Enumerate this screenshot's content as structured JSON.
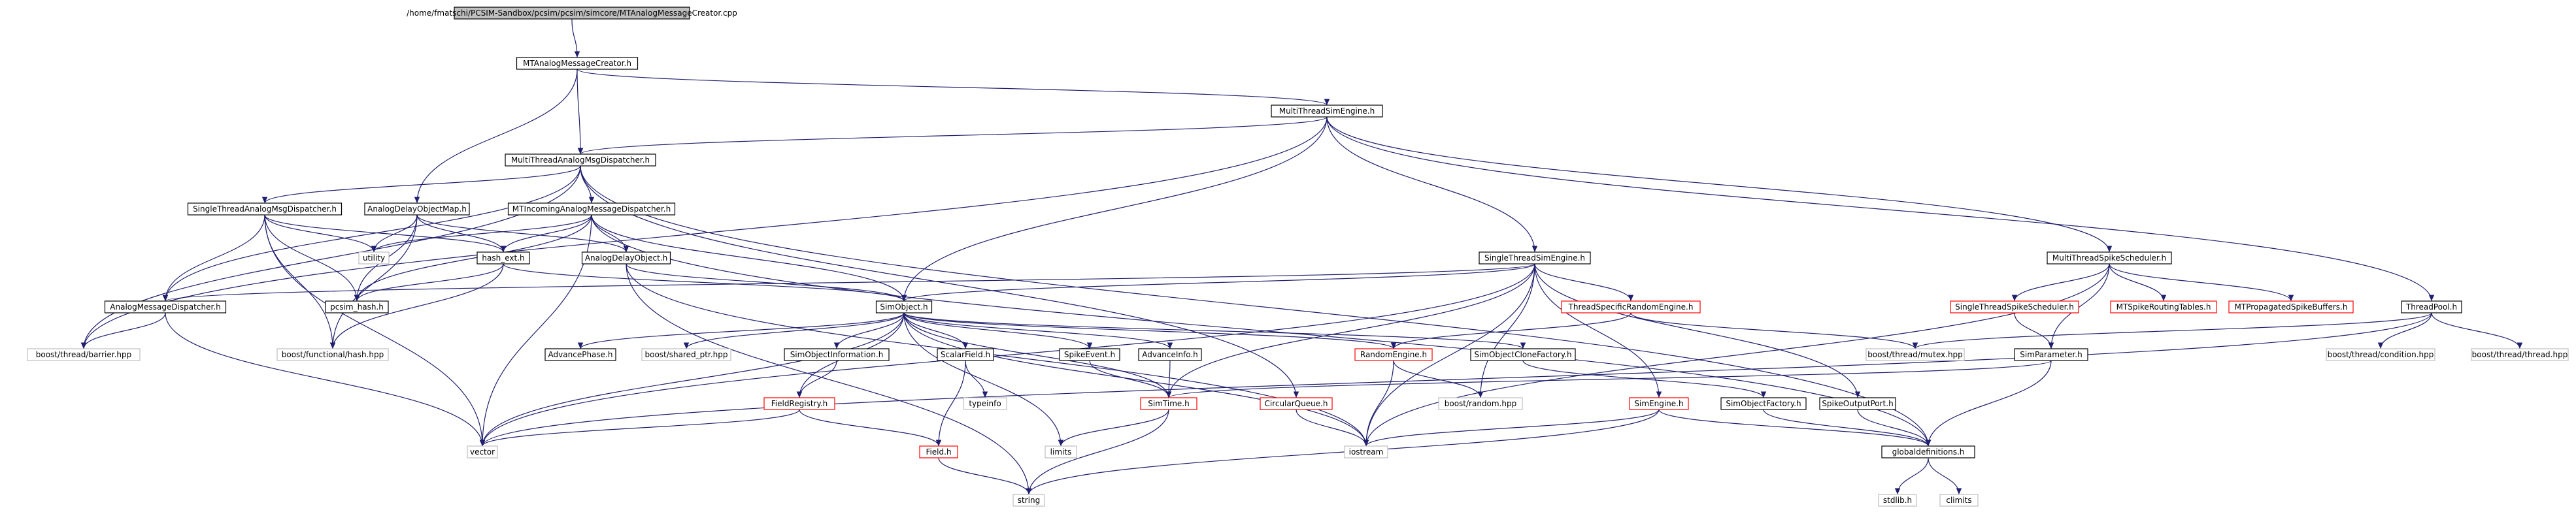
{
  "colors": {
    "root_fill": "#bfbfbf",
    "root_border": "#000000",
    "normal_border": "#000000",
    "truncated_border": "#ff0000",
    "external_border": "#bfbfbf",
    "box_fill": "#ffffff",
    "edge": "#1f1f6e",
    "text": "#000000"
  },
  "nodes": [
    {
      "id": "root",
      "label": "/home/fmatschi/PCSIM-Sandbox/pcsim/pcsim/simcore/MTAnalogMessageCreator.cpp",
      "style": "root"
    },
    {
      "id": "mtamc",
      "label": "MTAnalogMessageCreator.h",
      "style": "normal"
    },
    {
      "id": "mtse",
      "label": "MultiThreadSimEngine.h",
      "style": "normal"
    },
    {
      "id": "mtamd",
      "label": "MultiThreadAnalogMsgDispatcher.h",
      "style": "normal"
    },
    {
      "id": "stamd",
      "label": "SingleThreadAnalogMsgDispatcher.h",
      "style": "normal"
    },
    {
      "id": "ado",
      "label": "AnalogDelayObjectMap.h",
      "style": "normal"
    },
    {
      "id": "mtiamd",
      "label": "MTIncomingAnalogMessageDispatcher.h",
      "style": "normal"
    },
    {
      "id": "stse",
      "label": "SingleThreadSimEngine.h",
      "style": "normal"
    },
    {
      "id": "mtss",
      "label": "MultiThreadSpikeScheduler.h",
      "style": "normal"
    },
    {
      "id": "utility",
      "label": "utility",
      "style": "external"
    },
    {
      "id": "hash",
      "label": "hash_ext.h",
      "style": "normal"
    },
    {
      "id": "adobj",
      "label": "AnalogDelayObject.h",
      "style": "normal"
    },
    {
      "id": "pcsimhash",
      "label": "pcsim_hash.h",
      "style": "normal"
    },
    {
      "id": "amd",
      "label": "AnalogMessageDispatcher.h",
      "style": "normal"
    },
    {
      "id": "simobj",
      "label": "SimObject.h",
      "style": "normal"
    },
    {
      "id": "tsre",
      "label": "ThreadSpecificRandomEngine.h",
      "style": "truncated"
    },
    {
      "id": "stss",
      "label": "SingleThreadSpikeScheduler.h",
      "style": "truncated"
    },
    {
      "id": "mtsrt",
      "label": "MTSpikeRoutingTables.h",
      "style": "truncated"
    },
    {
      "id": "mtpsb",
      "label": "MTPropagatedSpikeBuffers.h",
      "style": "truncated"
    },
    {
      "id": "tpool",
      "label": "ThreadPool.h",
      "style": "normal"
    },
    {
      "id": "barrier",
      "label": "boost/thread/barrier.hpp",
      "style": "external"
    },
    {
      "id": "fhash",
      "label": "boost/functional/hash.hpp",
      "style": "external"
    },
    {
      "id": "advph",
      "label": "AdvancePhase.h",
      "style": "normal"
    },
    {
      "id": "shptr",
      "label": "boost/shared_ptr.hpp",
      "style": "external"
    },
    {
      "id": "soinfo",
      "label": "SimObjectInformation.h",
      "style": "normal"
    },
    {
      "id": "scalar",
      "label": "ScalarField.h",
      "style": "normal"
    },
    {
      "id": "spev",
      "label": "SpikeEvent.h",
      "style": "normal"
    },
    {
      "id": "advinfo",
      "label": "AdvanceInfo.h",
      "style": "normal"
    },
    {
      "id": "rnd",
      "label": "RandomEngine.h",
      "style": "truncated"
    },
    {
      "id": "socf",
      "label": "SimObjectCloneFactory.h",
      "style": "normal"
    },
    {
      "id": "mutex",
      "label": "boost/thread/mutex.hpp",
      "style": "external"
    },
    {
      "id": "simparam",
      "label": "SimParameter.h",
      "style": "normal"
    },
    {
      "id": "cond",
      "label": "boost/thread/condition.hpp",
      "style": "external"
    },
    {
      "id": "bthread",
      "label": "boost/thread/thread.hpp",
      "style": "external"
    },
    {
      "id": "freg",
      "label": "FieldRegistry.h",
      "style": "truncated"
    },
    {
      "id": "typeinfo",
      "label": "typeinfo",
      "style": "external"
    },
    {
      "id": "simtime",
      "label": "SimTime.h",
      "style": "truncated"
    },
    {
      "id": "cq",
      "label": "CircularQueue.h",
      "style": "truncated"
    },
    {
      "id": "brandom",
      "label": "boost/random.hpp",
      "style": "external"
    },
    {
      "id": "sime",
      "label": "SimEngine.h",
      "style": "truncated"
    },
    {
      "id": "sof",
      "label": "SimObjectFactory.h",
      "style": "normal"
    },
    {
      "id": "spop",
      "label": "SpikeOutputPort.h",
      "style": "normal"
    },
    {
      "id": "vector",
      "label": "vector",
      "style": "external"
    },
    {
      "id": "field",
      "label": "Field.h",
      "style": "truncated"
    },
    {
      "id": "limits",
      "label": "limits",
      "style": "external"
    },
    {
      "id": "iostream",
      "label": "iostream",
      "style": "external"
    },
    {
      "id": "globdef",
      "label": "globaldefinitions.h",
      "style": "normal"
    },
    {
      "id": "string",
      "label": "string",
      "style": "external"
    },
    {
      "id": "stdlib",
      "label": "stdlib.h",
      "style": "external"
    },
    {
      "id": "climits",
      "label": "climits",
      "style": "external"
    }
  ],
  "edges": [
    [
      "root",
      "mtamc"
    ],
    [
      "mtamc",
      "mtse"
    ],
    [
      "mtamc",
      "mtamd"
    ],
    [
      "mtamc",
      "ado"
    ],
    [
      "mtse",
      "mtamd"
    ],
    [
      "mtse",
      "stse"
    ],
    [
      "mtse",
      "mtss"
    ],
    [
      "mtse",
      "tpool"
    ],
    [
      "mtse",
      "simobj"
    ],
    [
      "mtse",
      "barrier"
    ],
    [
      "mtamd",
      "stamd"
    ],
    [
      "mtamd",
      "mtiamd"
    ],
    [
      "mtamd",
      "amd"
    ],
    [
      "mtamd",
      "barrier"
    ],
    [
      "mtamd",
      "globdef"
    ],
    [
      "mtamd",
      "cq"
    ],
    [
      "stamd",
      "amd"
    ],
    [
      "stamd",
      "hash"
    ],
    [
      "stamd",
      "pcsimhash"
    ],
    [
      "stamd",
      "utility"
    ],
    [
      "stamd",
      "vector"
    ],
    [
      "stamd",
      "fhash"
    ],
    [
      "ado",
      "utility"
    ],
    [
      "ado",
      "hash"
    ],
    [
      "ado",
      "pcsimhash"
    ],
    [
      "ado",
      "adobj"
    ],
    [
      "ado",
      "fhash"
    ],
    [
      "mtiamd",
      "utility"
    ],
    [
      "mtiamd",
      "hash"
    ],
    [
      "mtiamd",
      "pcsimhash"
    ],
    [
      "mtiamd",
      "adobj"
    ],
    [
      "mtiamd",
      "simobj"
    ],
    [
      "mtiamd",
      "vector"
    ],
    [
      "mtiamd",
      "globdef"
    ],
    [
      "hash",
      "pcsimhash"
    ],
    [
      "hash",
      "fhash"
    ],
    [
      "hash",
      "simobj"
    ],
    [
      "adobj",
      "simobj"
    ],
    [
      "adobj",
      "string"
    ],
    [
      "adobj",
      "iostream"
    ],
    [
      "amd",
      "vector"
    ],
    [
      "amd",
      "barrier"
    ],
    [
      "stse",
      "simobj"
    ],
    [
      "stse",
      "amd"
    ],
    [
      "stse",
      "tsre"
    ],
    [
      "stse",
      "sime"
    ],
    [
      "stse",
      "spop"
    ],
    [
      "stse",
      "brandom"
    ],
    [
      "stse",
      "iostream"
    ],
    [
      "stse",
      "simtime"
    ],
    [
      "stse",
      "vector"
    ],
    [
      "mtss",
      "stss"
    ],
    [
      "mtss",
      "mtsrt"
    ],
    [
      "mtss",
      "mtpsb"
    ],
    [
      "mtss",
      "simparam"
    ],
    [
      "mtss",
      "iostream"
    ],
    [
      "tpool",
      "mutex"
    ],
    [
      "tpool",
      "cond"
    ],
    [
      "tpool",
      "bthread"
    ],
    [
      "tpool",
      "vector"
    ],
    [
      "simobj",
      "advph"
    ],
    [
      "simobj",
      "shptr"
    ],
    [
      "simobj",
      "soinfo"
    ],
    [
      "simobj",
      "scalar"
    ],
    [
      "simobj",
      "spev"
    ],
    [
      "simobj",
      "advinfo"
    ],
    [
      "simobj",
      "rnd"
    ],
    [
      "simobj",
      "socf"
    ],
    [
      "simobj",
      "freg"
    ],
    [
      "simobj",
      "vector"
    ],
    [
      "simobj",
      "limits"
    ],
    [
      "simobj",
      "iostream"
    ],
    [
      "simobj",
      "simtime"
    ],
    [
      "tsre",
      "rnd"
    ],
    [
      "tsre",
      "mutex"
    ],
    [
      "stss",
      "simparam"
    ],
    [
      "simparam",
      "simtime"
    ],
    [
      "simparam",
      "globdef"
    ],
    [
      "soinfo",
      "freg"
    ],
    [
      "scalar",
      "field"
    ],
    [
      "scalar",
      "typeinfo"
    ],
    [
      "spev",
      "simtime"
    ],
    [
      "advinfo",
      "simtime"
    ],
    [
      "rnd",
      "brandom"
    ],
    [
      "rnd",
      "iostream"
    ],
    [
      "socf",
      "sof"
    ],
    [
      "freg",
      "field"
    ],
    [
      "freg",
      "vector"
    ],
    [
      "field",
      "string"
    ],
    [
      "simtime",
      "limits"
    ],
    [
      "simtime",
      "string"
    ],
    [
      "cq",
      "iostream"
    ],
    [
      "sime",
      "iostream"
    ],
    [
      "sime",
      "globdef"
    ],
    [
      "sime",
      "string"
    ],
    [
      "sof",
      "globdef"
    ],
    [
      "spop",
      "globdef"
    ],
    [
      "globdef",
      "stdlib"
    ],
    [
      "globdef",
      "climits"
    ]
  ]
}
